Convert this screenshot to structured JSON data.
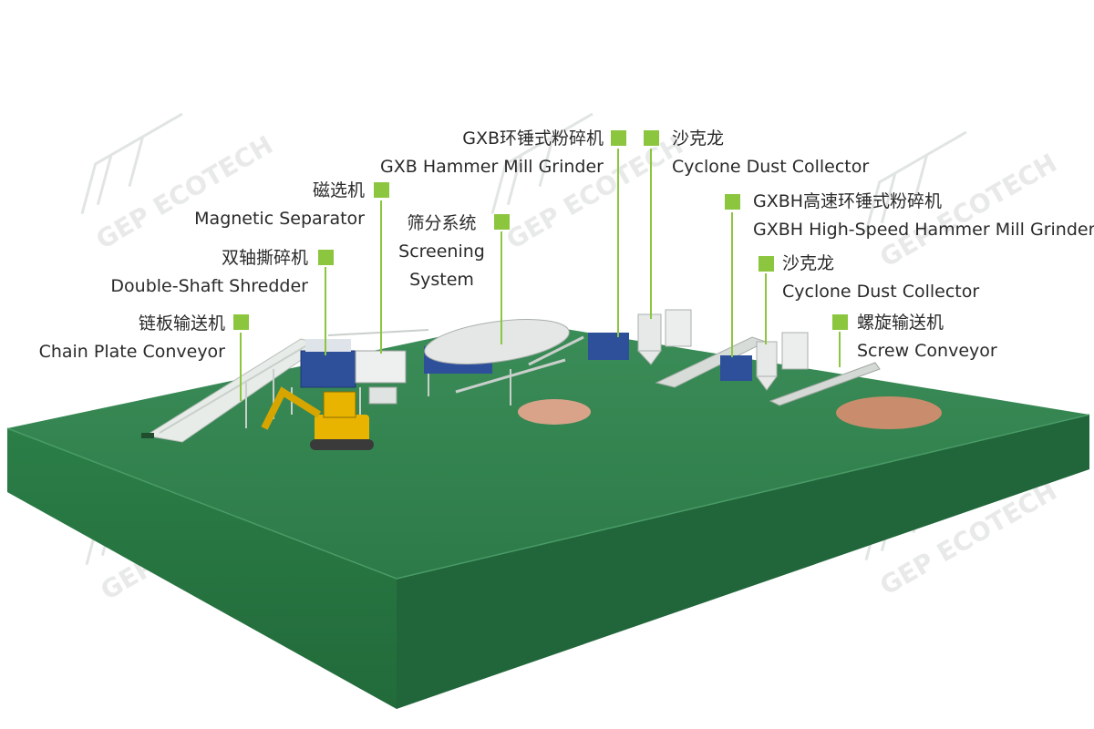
{
  "watermark": {
    "brand": "GEP ECOTECH"
  },
  "colors": {
    "platform_top": "#2f7f4c",
    "platform_front": "#2a7a44",
    "platform_side": "#1f6034",
    "marker": "#8cc63f",
    "leader_line": "#8cc63f",
    "machine_blue": "#2e4f9a",
    "excavator": "#e8b400",
    "pile": "#d9a38a"
  },
  "labels": [
    {
      "id": "chain-plate-conveyor",
      "cn": "链板输送机",
      "en": "Chain Plate Conveyor"
    },
    {
      "id": "double-shaft-shredder",
      "cn": "双轴撕碎机",
      "en": "Double-Shaft Shredder"
    },
    {
      "id": "magnetic-separator",
      "cn": "磁选机",
      "en": "Magnetic Separator"
    },
    {
      "id": "screening-system",
      "cn": "筛分系统",
      "en": "Screening",
      "en2": "System"
    },
    {
      "id": "gxb-hammer-mill",
      "cn": "GXB环锤式粉碎机",
      "en": "GXB Hammer Mill Grinder"
    },
    {
      "id": "cyclone-dust-collector-1",
      "cn": "沙克龙",
      "en": "Cyclone Dust Collector"
    },
    {
      "id": "gxbh-hammer-mill",
      "cn": "GXBH高速环锤式粉碎机",
      "en": "GXBH High-Speed Hammer Mill Grinder"
    },
    {
      "id": "cyclone-dust-collector-2",
      "cn": "沙克龙",
      "en": "Cyclone Dust Collector"
    },
    {
      "id": "screw-conveyor",
      "cn": "螺旋输送机",
      "en": "Screw Conveyor"
    }
  ]
}
